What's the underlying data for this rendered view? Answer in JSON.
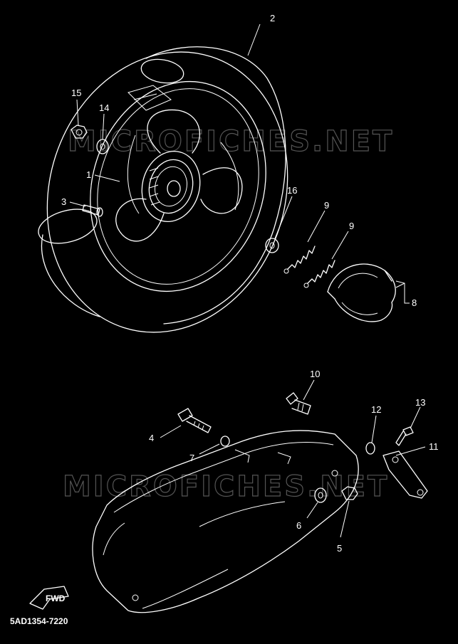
{
  "watermark": "MICROFICHES.NET",
  "reference_code": "5AD1354-7220",
  "fwd_label": "FWD",
  "callouts": {
    "c1": "1",
    "c2": "2",
    "c3": "3",
    "c4": "4",
    "c5": "5",
    "c6": "6",
    "c7": "7",
    "c8": "8",
    "c9a": "9",
    "c9b": "9",
    "c10": "10",
    "c11": "11",
    "c12": "12",
    "c13": "13",
    "c14": "14",
    "c15": "15",
    "c16": "16"
  },
  "colors": {
    "background": "#000000",
    "line": "#ffffff",
    "watermark": "#555555"
  }
}
